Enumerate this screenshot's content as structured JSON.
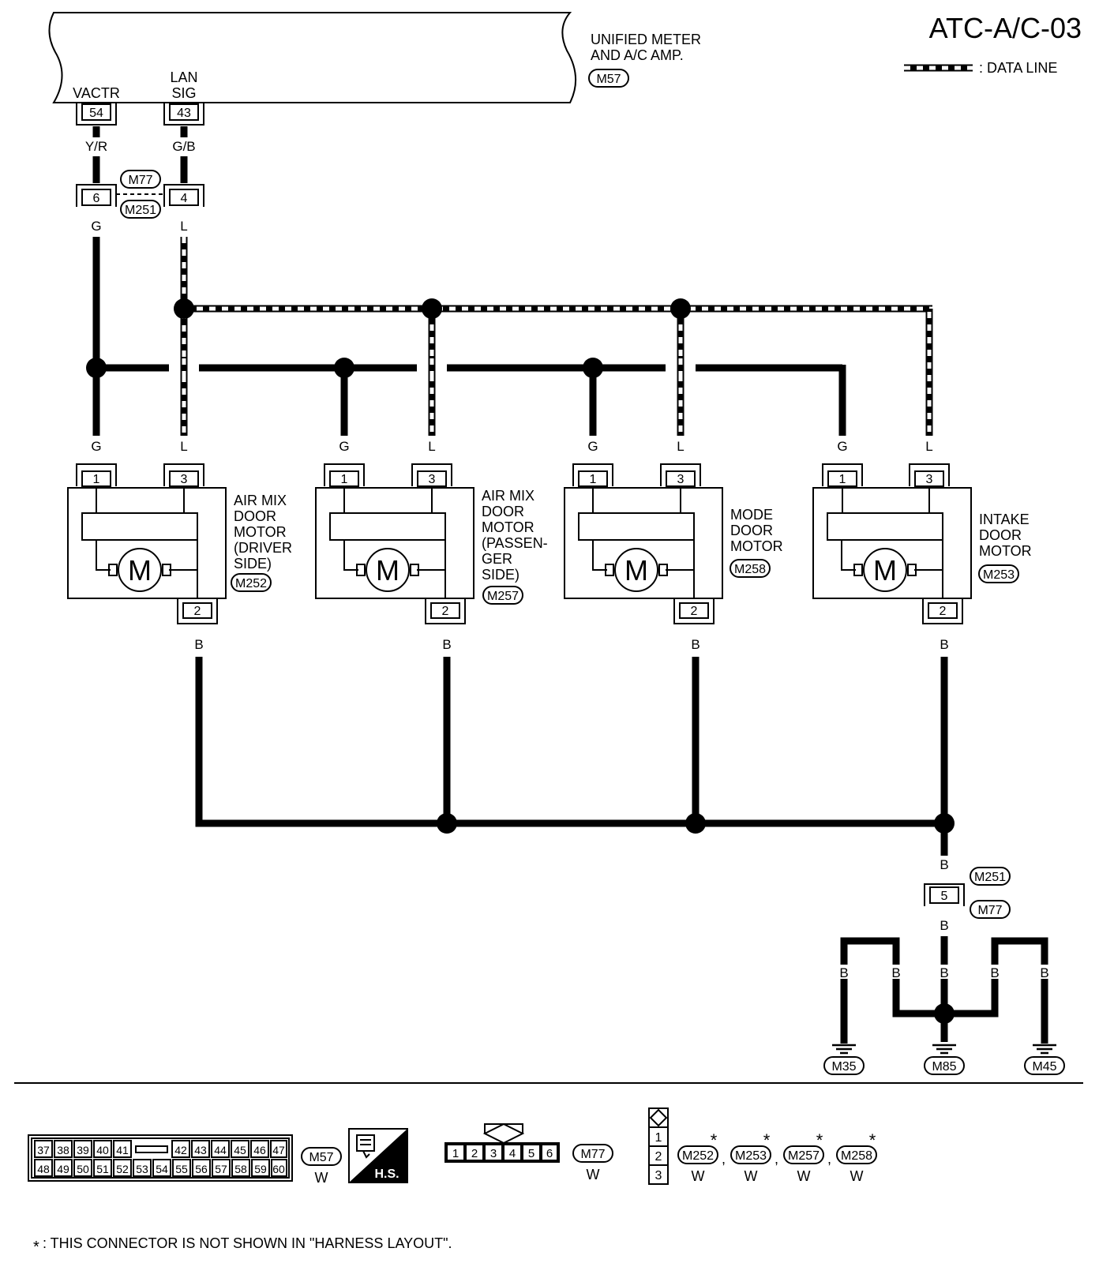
{
  "page_title": "ATC-A/C-03",
  "legend": {
    "data_line": ": DATA LINE"
  },
  "amp": {
    "name_line1": "UNIFIED METER",
    "name_line2": "AND A/C AMP.",
    "connector": "M57",
    "vactr_label": "VACTR",
    "vactr_pin": "54",
    "lan_label_1": "LAN",
    "lan_label_2": "SIG",
    "lan_pin": "43"
  },
  "wires": {
    "yr": "Y/R",
    "gb": "G/B",
    "g": "G",
    "l": "L",
    "b": "B"
  },
  "joint_connector": {
    "top": "M77",
    "bottom": "M251",
    "pin_g": "6",
    "pin_l": "4",
    "ground_pin": "5",
    "ground_top": "M251",
    "ground_bottom": "M77"
  },
  "motors": [
    {
      "lines": [
        "AIR MIX",
        "DOOR",
        "MOTOR",
        "(DRIVER",
        " SIDE)"
      ],
      "connector": "M252",
      "pin1": "1",
      "pin2": "2",
      "pin3": "3"
    },
    {
      "lines": [
        "AIR MIX",
        "DOOR",
        "MOTOR",
        "(PASSEN-",
        " GER",
        " SIDE)"
      ],
      "connector": "M257",
      "pin1": "1",
      "pin2": "2",
      "pin3": "3"
    },
    {
      "lines": [
        "MODE",
        "DOOR",
        "MOTOR"
      ],
      "connector": "M258",
      "pin1": "1",
      "pin2": "2",
      "pin3": "3"
    },
    {
      "lines": [
        "INTAKE",
        "DOOR",
        "MOTOR"
      ],
      "connector": "M253",
      "pin1": "1",
      "pin2": "2",
      "pin3": "3"
    }
  ],
  "motor_symbol": "M",
  "grounds": [
    "M35",
    "M85",
    "M45"
  ],
  "connector_views": {
    "m57": {
      "row1": [
        "37",
        "38",
        "39",
        "40",
        "41",
        "42",
        "43",
        "44",
        "45",
        "46",
        "47"
      ],
      "row2": [
        "48",
        "49",
        "50",
        "51",
        "52",
        "53",
        "54",
        "55",
        "56",
        "57",
        "58",
        "59",
        "60"
      ],
      "name": "M57",
      "color": "W"
    },
    "hs_label": "H.S.",
    "m77": {
      "pins": [
        "1",
        "2",
        "3",
        "4",
        "5",
        "6"
      ],
      "name": "M77",
      "color": "W"
    },
    "motor_conn": {
      "pins": [
        "1",
        "2",
        "3"
      ]
    },
    "motor_list": [
      {
        "name": "M252",
        "color": "W"
      },
      {
        "name": "M253",
        "color": "W"
      },
      {
        "name": "M257",
        "color": "W"
      },
      {
        "name": "M258",
        "color": "W"
      }
    ],
    "star": "*",
    "comma": ","
  },
  "footnote": {
    "star": "*",
    "text": ": THIS CONNECTOR IS NOT SHOWN IN \"HARNESS LAYOUT\"."
  }
}
